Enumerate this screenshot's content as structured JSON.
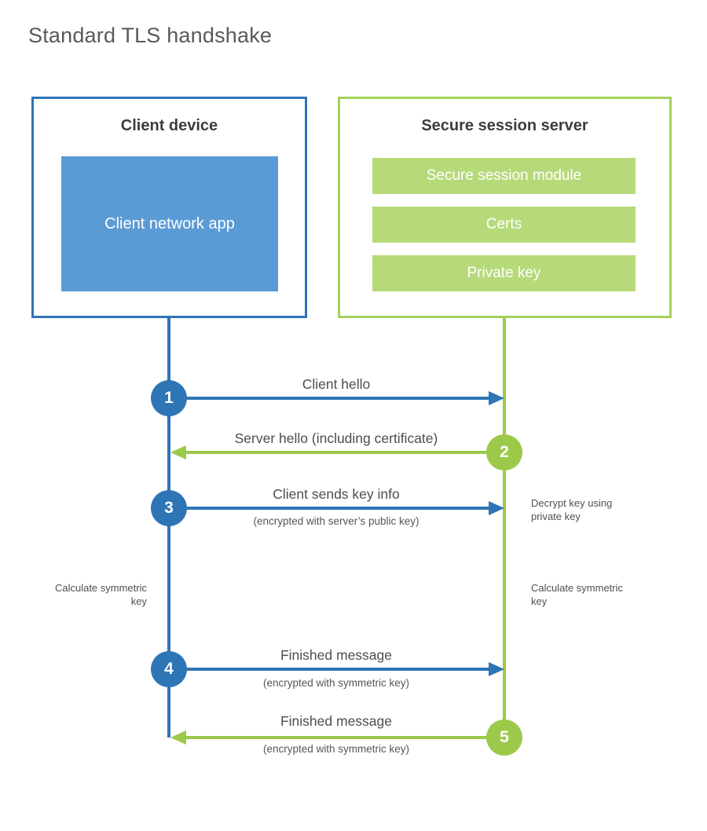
{
  "title": "Standard TLS handshake",
  "colors": {
    "blue": "#2e75b6",
    "blue_fill": "#5b9bd5",
    "green_line": "#9cc94a",
    "green_border": "#a5d15c",
    "green_fill": "#b6da7a",
    "title_text": "#595959",
    "heading_text": "#3d3d3d",
    "label_text": "#4d4d4d"
  },
  "client": {
    "title": "Client device",
    "app_label": "Client network app"
  },
  "server": {
    "title": "Secure session server",
    "modules": [
      "Secure session module",
      "Certs",
      "Private key"
    ]
  },
  "steps": [
    {
      "number": "1",
      "from": "client",
      "to": "server",
      "label": "Client hello",
      "sublabel": ""
    },
    {
      "number": "2",
      "from": "server",
      "to": "client",
      "label": "Server hello (including certificate)",
      "sublabel": ""
    },
    {
      "number": "3",
      "from": "client",
      "to": "server",
      "label": "Client sends key info",
      "sublabel": "(encrypted with server’s public key)"
    },
    {
      "number": "4",
      "from": "client",
      "to": "server",
      "label": "Finished message",
      "sublabel": "(encrypted with symmetric key)"
    },
    {
      "number": "5",
      "from": "server",
      "to": "client",
      "label": "Finished message",
      "sublabel": "(encrypted with symmetric key)"
    }
  ],
  "notes": {
    "decrypt": "Decrypt key using private key",
    "calc_left": "Calculate symmetric key",
    "calc_right": "Calculate symmetric key"
  }
}
